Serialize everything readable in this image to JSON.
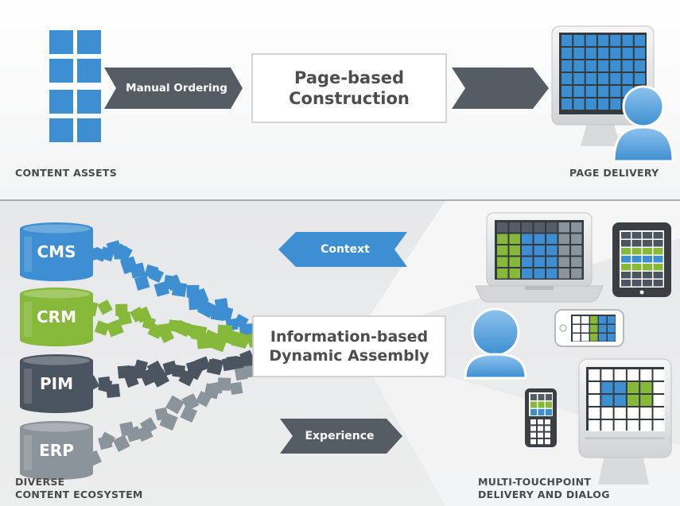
{
  "top": {
    "assets_label": "CONTENT ASSETS",
    "delivery_label": "PAGE DELIVERY",
    "arrow_label": "Manual Ordering",
    "box_line1": "Page-based",
    "box_line2": "Construction"
  },
  "bottom": {
    "ecosystem_line1": "DIVERSE",
    "ecosystem_line2": "CONTENT ECOSYSTEM",
    "delivery_line1": "MULTI-TOUCHPOINT",
    "delivery_line2": "DELIVERY AND DIALOG",
    "context_label": "Context",
    "experience_label": "Experience",
    "box_line1": "Information-based",
    "box_line2": "Dynamic Assembly",
    "databases": [
      {
        "label": "CMS",
        "color": "#3d8fd1"
      },
      {
        "label": "CRM",
        "color": "#86b83a"
      },
      {
        "label": "PIM",
        "color": "#4b5560"
      },
      {
        "label": "ERP",
        "color": "#8c949b"
      }
    ]
  },
  "colors": {
    "blue": "#3d8fd1",
    "green": "#86b83a",
    "dark": "#4b5560",
    "gray": "#8c949b",
    "arrow_dark": "#555c63"
  }
}
